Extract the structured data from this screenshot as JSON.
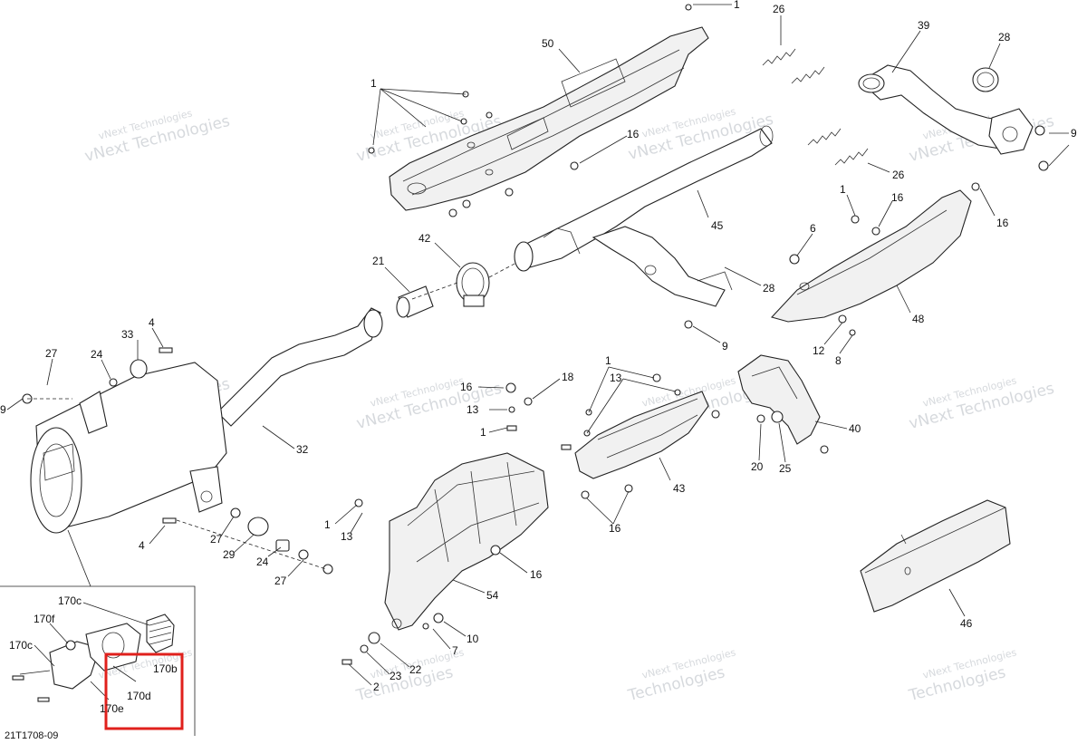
{
  "diagram_id": "21T1708-09",
  "watermark_line1": "vNext Technologies",
  "watermark_line2": "Technologies",
  "highlight_color": "#e0201c",
  "labels": {
    "p1a": "1",
    "p1b": "1",
    "p1c": "1",
    "p1d": "1",
    "p1e": "1",
    "p2": "2",
    "p4a": "4",
    "p4b": "4",
    "p6": "6",
    "p7": "7",
    "p8": "8",
    "p9a": "9",
    "p9b": "9",
    "p9c": "9",
    "p10": "10",
    "p12": "12",
    "p13a": "13",
    "p13b": "13",
    "p13c": "13",
    "p16a": "16",
    "p16b": "16",
    "p16c": "16",
    "p16d": "16",
    "p16e": "16",
    "p16f": "16",
    "p16g": "16",
    "p18": "18",
    "p20": "20",
    "p21": "21",
    "p22": "22",
    "p23": "23",
    "p24a": "24",
    "p24b": "24",
    "p25": "25",
    "p26a": "26",
    "p26b": "26",
    "p27a": "27",
    "p27b": "27",
    "p27c": "27",
    "p28a": "28",
    "p28b": "28",
    "p29": "29",
    "p32": "32",
    "p33": "33",
    "p39": "39",
    "p40": "40",
    "p42": "42",
    "p43": "43",
    "p45": "45",
    "p46": "46",
    "p48": "48",
    "p50": "50",
    "p54": "54",
    "p170c1": "170c",
    "p170c2": "170c",
    "p170f": "170f",
    "p170b": "170b",
    "p170d": "170d",
    "p170e": "170e"
  }
}
